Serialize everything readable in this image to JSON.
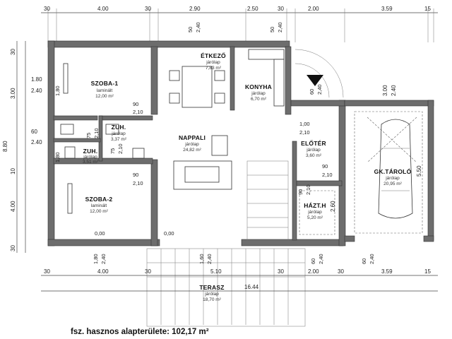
{
  "top_dims": [
    "30",
    "4.00",
    "30",
    "2.90",
    "2.50",
    "30",
    "2.00",
    "3.59",
    "15"
  ],
  "bottom_dims": [
    "30",
    "4.00",
    "30",
    "5.10",
    "30",
    "2.00",
    "30",
    "3.59",
    "15"
  ],
  "total_width": "16.44",
  "left_dims": [
    "30",
    "3.00",
    "1.80",
    "2.40",
    "60",
    "2.40",
    "8.80",
    "10",
    "4.00",
    "30"
  ],
  "right_dims": [
    "5.50",
    "3.00",
    "2.40",
    "2.60"
  ],
  "rooms": [
    {
      "name": "SZOBA-1",
      "floor": "laminált",
      "area": "12,00 m²"
    },
    {
      "name": "ÉTKEZŐ",
      "floor": "járólap",
      "area": "7,83 m²"
    },
    {
      "name": "KONYHA",
      "floor": "járólap",
      "area": "6,70 m²"
    },
    {
      "name": "ZUH.",
      "floor": "járólap",
      "area": "3,37 m²"
    },
    {
      "name": "ZUH.",
      "floor": "járólap",
      "area": "3,51 m²"
    },
    {
      "name": "NAPPALI",
      "floor": "járólap",
      "area": "24,82 m²"
    },
    {
      "name": "ELŐTÉR",
      "floor": "járólap",
      "area": "3,60 m²"
    },
    {
      "name": "GK.TÁROLÓ",
      "floor": "járólap",
      "area": "20,95 m²"
    },
    {
      "name": "HÁZT.H",
      "floor": "járólap",
      "area": "5,20 m²"
    },
    {
      "name": "SZOBA-2",
      "floor": "laminált",
      "area": "12,00 m²"
    },
    {
      "name": "TERASZ",
      "floor": "járólap",
      "area": "18,70 m²"
    }
  ],
  "openings": [
    "2,10",
    "90",
    "2,10",
    "90",
    "2,10",
    "75",
    "2,10",
    "75",
    "2,10",
    "90",
    "2,10",
    "1,00",
    "2,10",
    "90",
    "2,10",
    "90",
    "2,10",
    "60",
    "2,40",
    "50",
    "2,40",
    "50",
    "2,40",
    "1,80",
    "2,40",
    "1,80",
    "2,40",
    "1,80",
    "2,40",
    "0,00",
    "0,00",
    "1,60",
    "2,40",
    "1,80",
    "2,40",
    "60",
    "2,40",
    "60",
    "2,40",
    "3,00",
    "2,40",
    "1,80",
    "2,40",
    "1,00",
    "2,40"
  ],
  "summary": "fsz. hasznos  alapterülete: 102,17 m²"
}
